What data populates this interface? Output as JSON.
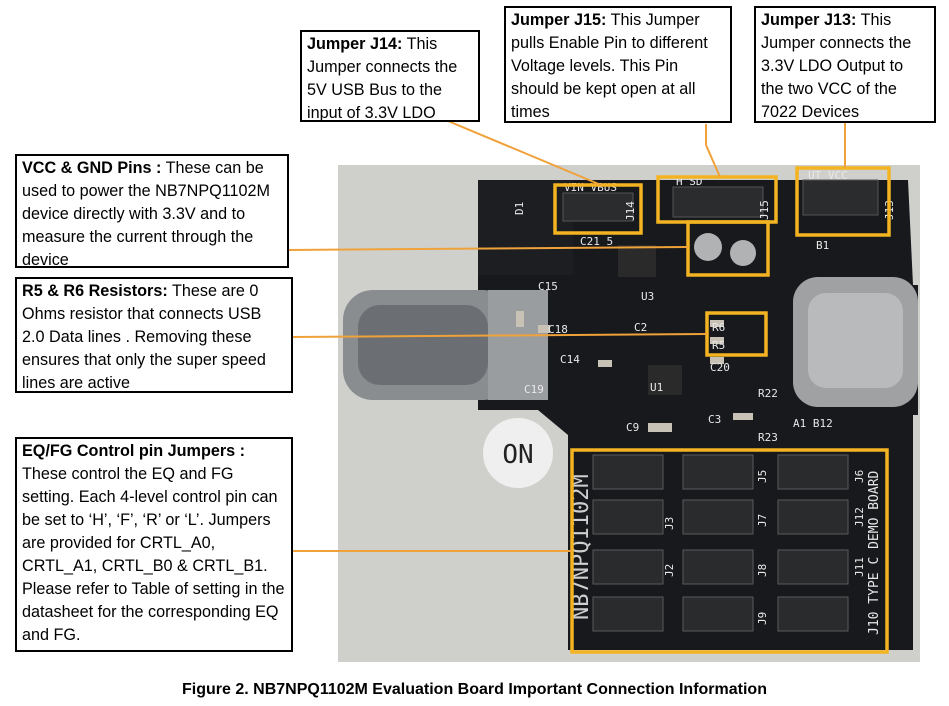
{
  "callouts": {
    "j14": {
      "title": "Jumper   J14:",
      "body": " This Jumper connects the 5V USB Bus to the input of 3.3V LDO"
    },
    "j15": {
      "title": "Jumper J15:",
      "body": "  This Jumper pulls Enable Pin to different Voltage levels. This Pin should be kept open at all times"
    },
    "j13": {
      "title": "Jumper   J13:",
      "body": "  This Jumper connects the 3.3V LDO Output to the two VCC of the 7022 Devices"
    },
    "vcc": {
      "title": "VCC & GND Pins :",
      "body": " These can be used to power the NB7NPQ1102M device directly with  3.3V and to measure the current through the device"
    },
    "r5r6": {
      "title": "R5 & R6 Resistors:",
      "body": " These are  0 Ohms resistor that connects USB 2.0  Data lines .  Removing these ensures that only the super speed lines are active"
    },
    "eqfg": {
      "title": "EQ/FG Control pin Jumpers :",
      "body": " These control the EQ and FG setting. Each   4-level control pin can be set to ‘H’, ‘F’, ‘R’ or ‘L’. Jumpers are provided for CRTL_A0,  CRTL_A1,  CRTL_B0  & CRTL_B1. Please refer to Table of setting in the datasheet for the corresponding EQ and FG."
    }
  },
  "board": {
    "silk_vin_vbus": "VIN VBUS",
    "silk_j14": "J14",
    "silk_h_sd": "H  SD",
    "silk_j15": "J15",
    "silk_vcc": "UT VCC",
    "silk_j13": "J13",
    "silk_c21": "C21 5",
    "silk_b1": "B1",
    "silk_u3": "U3",
    "silk_c15": "C15",
    "silk_c18": "C18",
    "silk_c2": "C2",
    "silk_c14": "C14",
    "silk_c19": "C19",
    "silk_u1": "U1",
    "silk_r6": "R6",
    "silk_r5": "R5",
    "silk_c20": "C20",
    "silk_c9": "C9",
    "silk_c3": "C3",
    "silk_a1b12": "A1 B12",
    "silk_r23": "R23",
    "silk_r22": "R22",
    "silk_d1": "D1",
    "silk_on": "ON",
    "silk_part": "NB7NPQ1102M",
    "silk_board": "J10 TYPE C DEMO BOARD",
    "silk_j3": "J3",
    "silk_j2": "J2",
    "silk_j5": "J5",
    "silk_j7": "J7",
    "silk_j8": "J8",
    "silk_j9": "J9",
    "silk_j6": "J6",
    "silk_j12": "J12",
    "silk_j11": "J11"
  },
  "caption": "Figure 2. NB7NPQ1102M Evaluation Board Important Connection Information",
  "colors": {
    "highlight": "#f4b422",
    "leader": "#f0a23a",
    "board": "#17191c"
  }
}
